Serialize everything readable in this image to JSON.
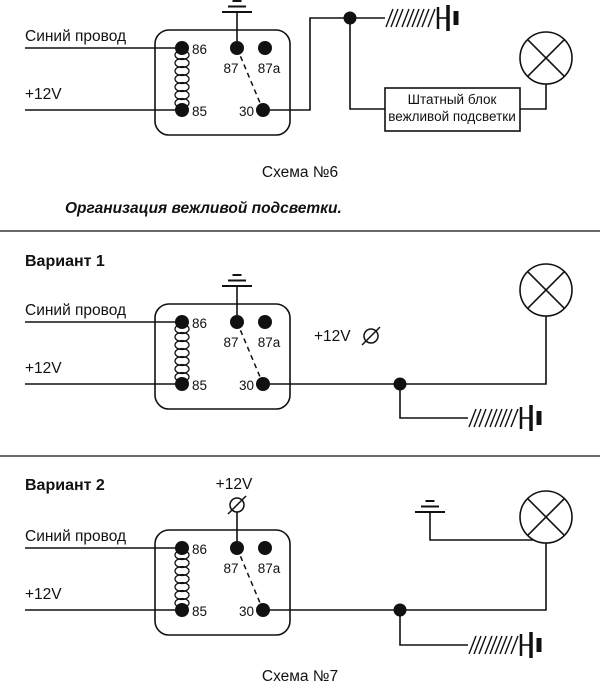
{
  "relay_pins": {
    "p86": "86",
    "p85": "85",
    "p87": "87",
    "p87a": "87a",
    "p30": "30"
  },
  "scheme6": {
    "blue_wire": "Синий провод",
    "supply": "+12V",
    "unit_block": {
      "line1": "Штатный блок",
      "line2": "вежливой подсветки"
    },
    "caption": "Схема №6"
  },
  "section_title": "Организация вежливой подсветки.",
  "variant1": {
    "heading": "Вариант 1",
    "blue_wire": "Синий провод",
    "supply": "+12V",
    "lamp_supply": "+12V"
  },
  "variant2": {
    "heading": "Вариант 2",
    "top_supply": "+12V",
    "blue_wire": "Синий провод",
    "supply": "+12V",
    "caption": "Схема №7"
  },
  "colors": {
    "ink": "#111111",
    "background": "#ffffff"
  }
}
